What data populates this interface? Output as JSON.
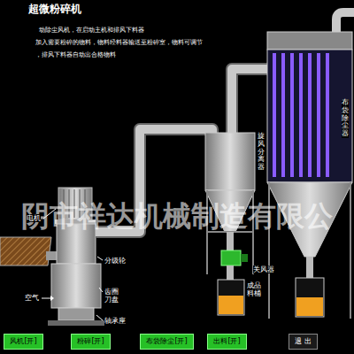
{
  "diagram": {
    "title": "超微粉碎机",
    "nodes": [
      {
        "text": [
          "风机[开]"
        ]
      },
      {
        "text": [
          "粉碎[开]"
        ]
      },
      {
        "text": [
          "布袋除尘[开]"
        ]
      },
      {
        "text": [
          "出料[开]"
        ]
      },
      {
        "text": [
          "退 出"
        ]
      }
    ],
    "labels": [
      "动除尘风机，在启动主机和排风下料器",
      "加入需要粉碎的物料，物料经料器输送至粉碎室，物料可调节",
      "，排风下料器自动出合格物料",
      "阴市祥达机械制造有限公",
      "电机",
      "分级轮",
      "空气",
      "齿圈 刀盘",
      "轴承座",
      "旋风分离器",
      "布袋除尘器",
      "关风器",
      "成品料桶"
    ]
  }
}
